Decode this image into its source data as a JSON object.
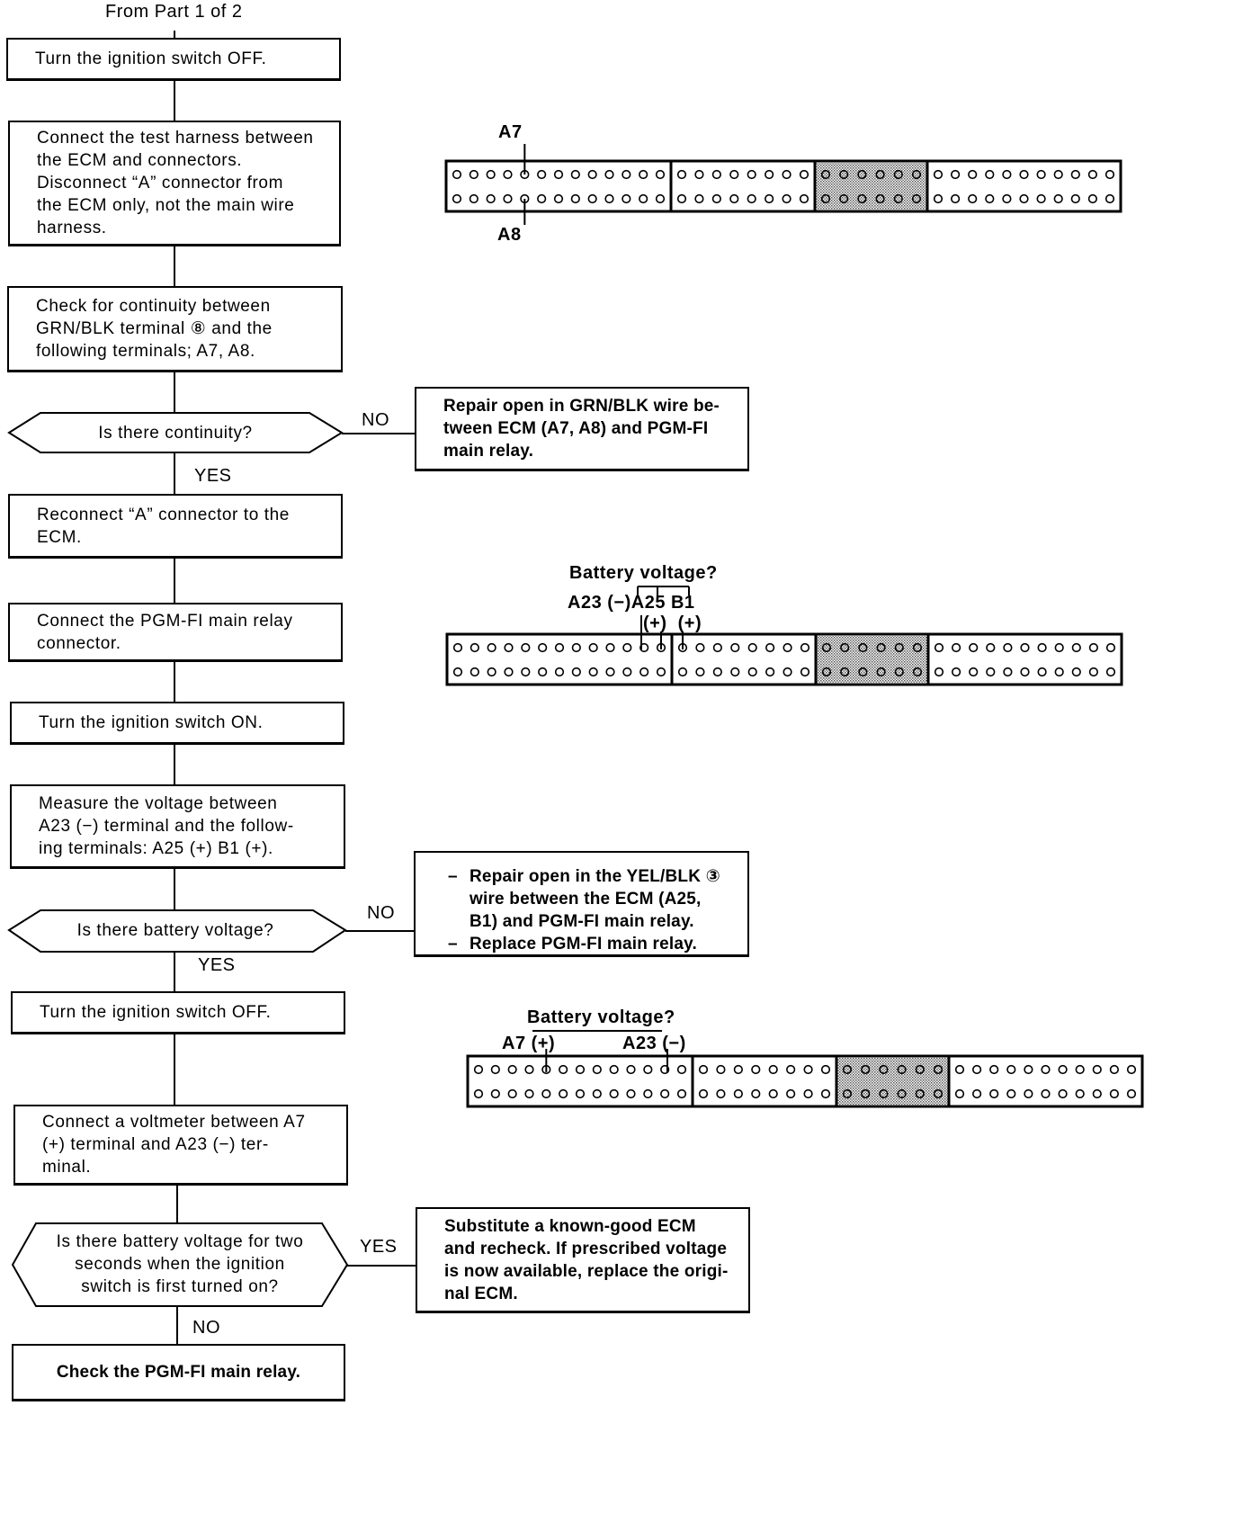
{
  "header": {
    "from_label": "From Part 1 of 2"
  },
  "steps": {
    "s1": "Turn the ignition switch OFF.",
    "s2": "Connect the test harness between\nthe ECM and connectors.\nDisconnect “A” connector from\nthe ECM only, not the main wire\nharness.",
    "s3": "Check for continuity between\nGRN/BLK terminal ⑧ and the\nfollowing terminals; A7, A8.",
    "d1": "Is there continuity?",
    "s4": "Reconnect “A” connector to the\nECM.",
    "s5": "Connect the PGM-FI main relay\nconnector.",
    "s6": "Turn the ignition switch ON.",
    "s7": "Measure the voltage between\nA23 (−) terminal and the follow-\ning terminals: A25 (+) B1 (+).",
    "d2": "Is there battery voltage?",
    "s8": "Turn the ignition switch OFF.",
    "s9": "Connect a voltmeter between A7\n(+) terminal and A23 (−) ter-\nminal.",
    "d3": "Is there battery voltage for two\nseconds when the ignition\nswitch is first turned on?",
    "s10": "Check the PGM-FI main relay."
  },
  "outcomes": {
    "r1": "Repair open in GRN/BLK wire be-\ntween ECM (A7, A8) and PGM-FI\nmain relay.",
    "r2a": "Repair open in the YEL/BLK ③\nwire between the ECM (A25,\nB1) and PGM-FI main relay.",
    "r2b": "Replace PGM-FI main relay.",
    "r3": "Substitute a known-good ECM\nand recheck. If prescribed voltage\nis now available, replace the origi-\nnal ECM."
  },
  "branch_labels": {
    "no1": "NO",
    "yes1": "YES",
    "no2": "NO",
    "yes2": "YES",
    "yes3": "YES",
    "no3": "NO"
  },
  "connectors": {
    "c1": {
      "top_label": "A7",
      "bottom_label": "A8"
    },
    "c2": {
      "title": "Battery voltage?",
      "pins_label": "A23 (−)A25 B1",
      "polarity": "(+)  (+)"
    },
    "c3": {
      "title": "Battery voltage?",
      "left_label": "A7 (+)",
      "right_label": "A23 (−)"
    }
  }
}
